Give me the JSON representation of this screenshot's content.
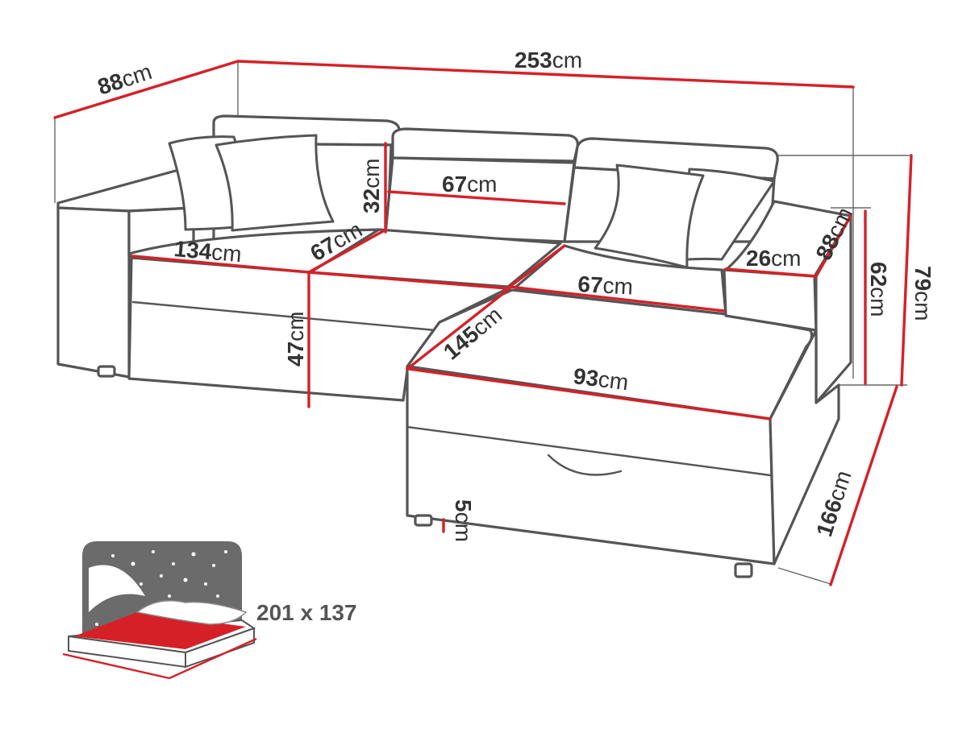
{
  "dimensions": {
    "total_width": {
      "num": "253",
      "unit": "cm"
    },
    "total_depth": {
      "num": "88",
      "unit": "cm"
    },
    "seat_left": {
      "num": "134",
      "unit": "cm"
    },
    "seat_middle": {
      "num": "67",
      "unit": "cm"
    },
    "back_cushion": {
      "num": "67",
      "unit": "cm"
    },
    "back_height": {
      "num": "32",
      "unit": "cm"
    },
    "seat_height": {
      "num": "47",
      "unit": "cm"
    },
    "chaise_seat": {
      "num": "67",
      "unit": "cm"
    },
    "armrest_width": {
      "num": "26",
      "unit": "cm"
    },
    "armrest_depth": {
      "num": "88",
      "unit": "cm"
    },
    "arm_height": {
      "num": "62",
      "unit": "cm"
    },
    "total_height": {
      "num": "79",
      "unit": "cm"
    },
    "chaise_length": {
      "num": "145",
      "unit": "cm"
    },
    "chaise_width": {
      "num": "93",
      "unit": "cm"
    },
    "leg_height": {
      "num": "5",
      "unit": "cm"
    },
    "chaise_depth": {
      "num": "166",
      "unit": "cm"
    }
  },
  "sleeping_area": "201 x 137",
  "colors": {
    "accent": "#d62027",
    "outline": "#555555",
    "night": "#6b6b6b"
  },
  "icons": {
    "bed": "bed-night-icon"
  }
}
